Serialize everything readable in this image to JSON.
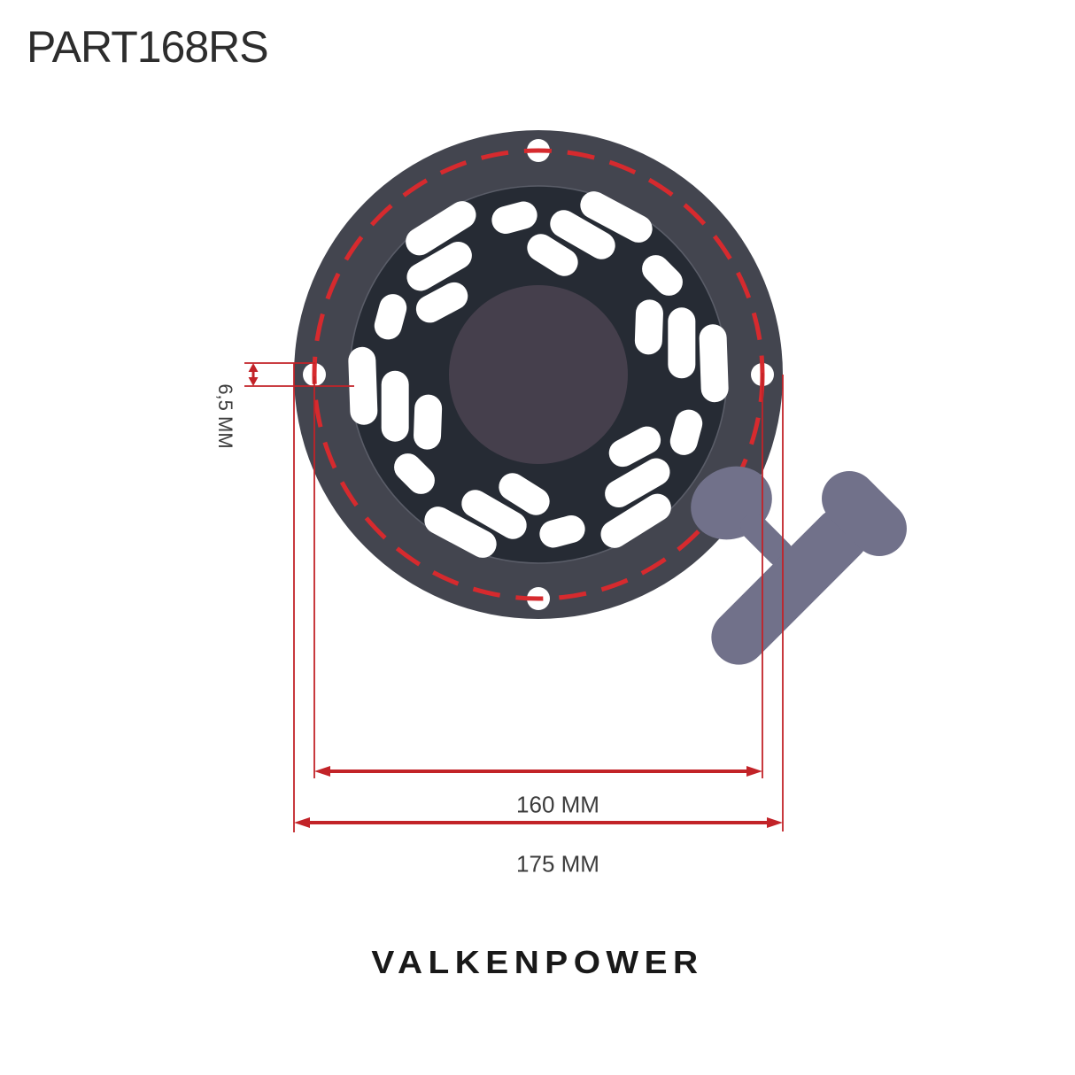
{
  "title": "PART168RS",
  "brand": "VALKENPOWER",
  "dimensions": {
    "hole": "6,5 MM",
    "bolt_circle": "160 MM",
    "outer": "175 MM"
  },
  "colors": {
    "background": "#ffffff",
    "flange": "#43454f",
    "rotor": "#262b34",
    "rotor_edge": "#5a5d68",
    "hub": "#453f4c",
    "fins": "#ffffff",
    "holes": "#ffffff",
    "handle": "#71718a",
    "dash_red": "#d62a2e",
    "dim_red": "#c22328",
    "title_text": "#2d2d2d",
    "dim_text": "#3c3c3c",
    "brand_text": "#191919"
  }
}
